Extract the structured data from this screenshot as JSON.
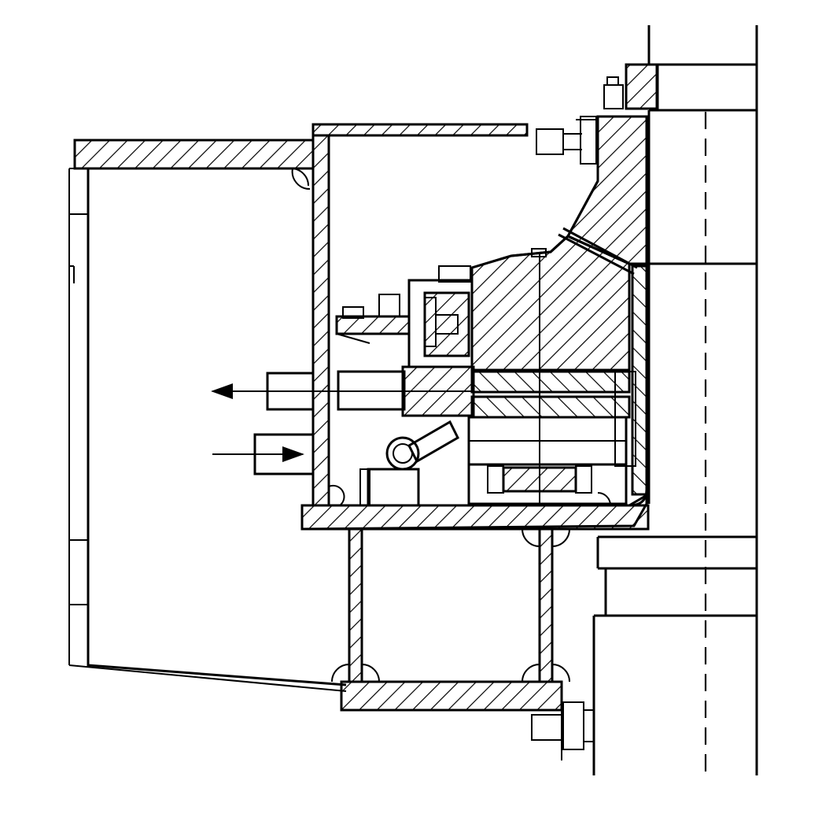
{
  "drawing": {
    "kind": "mechanical cross-section",
    "style": "black line art with 45-degree hatching",
    "colors": {
      "ink": "#000000",
      "paper": "#ffffff"
    },
    "flow_arrows": [
      {
        "direction": "left"
      },
      {
        "direction": "right"
      }
    ]
  }
}
